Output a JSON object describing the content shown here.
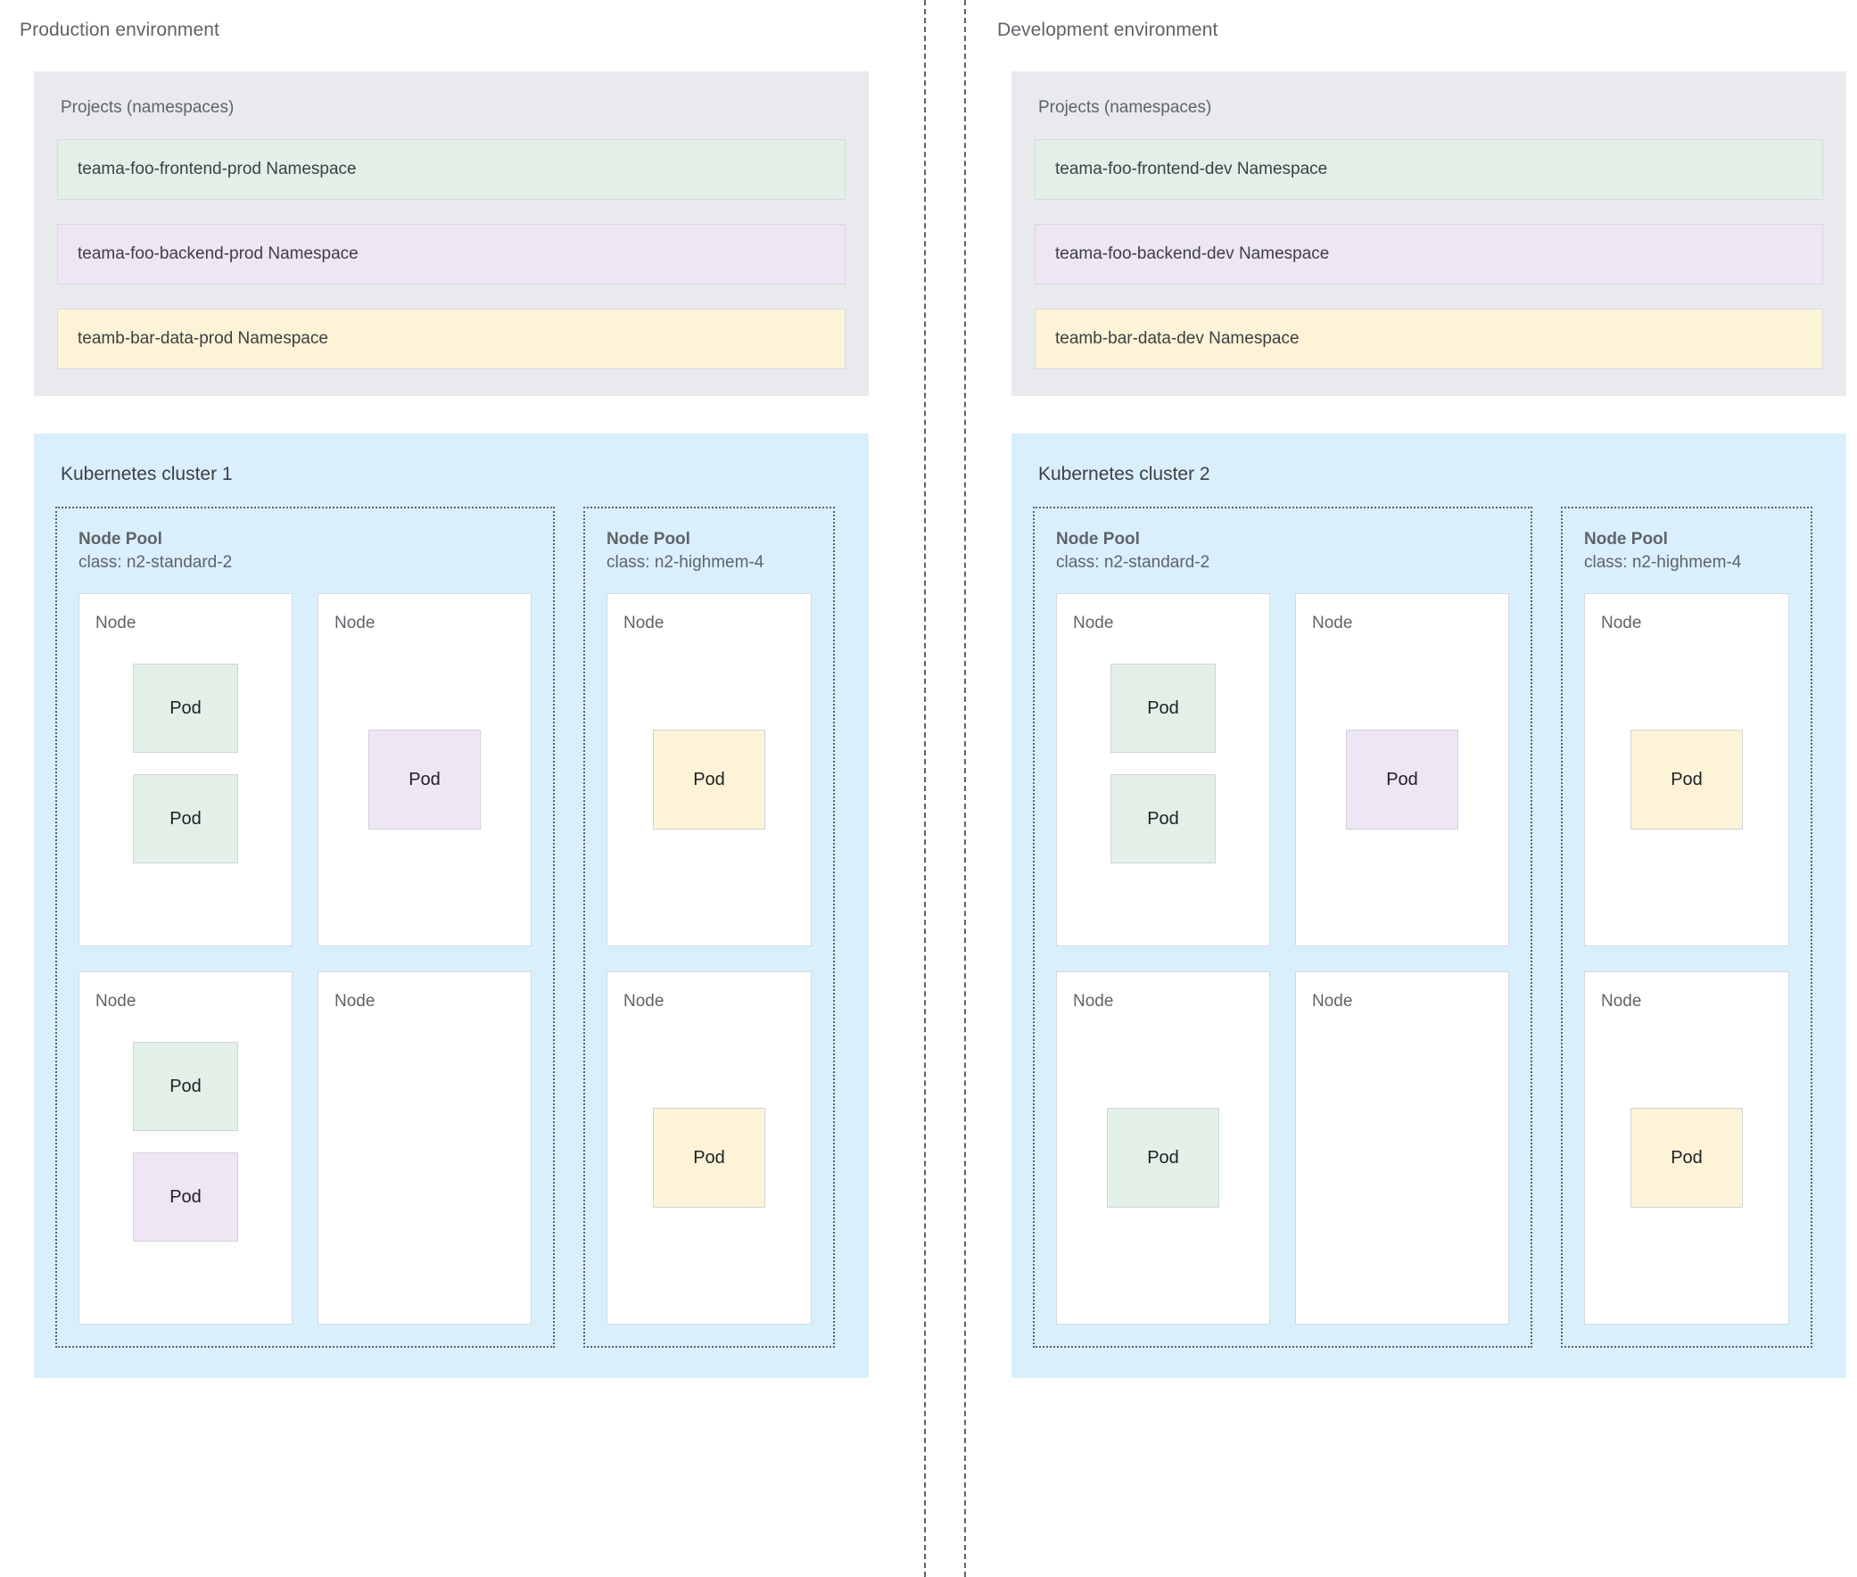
{
  "divider": {
    "style": "vertical-dashed",
    "count": 2
  },
  "environments": [
    {
      "title": "Production environment",
      "projects": {
        "title": "Projects (namespaces)",
        "namespaces": [
          {
            "label": "teama-foo-frontend-prod Namespace",
            "color": "#e3f0e8"
          },
          {
            "label": "teama-foo-backend-prod Namespace",
            "color": "#eee5f5"
          },
          {
            "label": "teamb-bar-data-prod Namespace",
            "color": "#fdf3d7"
          }
        ]
      },
      "cluster": {
        "title": "Kubernetes cluster 1",
        "pools": [
          {
            "name": "Node Pool",
            "class": "class: n2-standard-2",
            "columns": 2,
            "nodes": [
              {
                "label": "Node",
                "align": "top",
                "pods": [
                  {
                    "label": "Pod",
                    "color": "#e3f0e8"
                  },
                  {
                    "label": "Pod",
                    "color": "#e3f0e8"
                  }
                ]
              },
              {
                "label": "Node",
                "align": "center",
                "pods": [
                  {
                    "label": "Pod",
                    "color": "#eee5f5"
                  }
                ]
              },
              {
                "label": "Node",
                "align": "top",
                "pods": [
                  {
                    "label": "Pod",
                    "color": "#e3f0e8"
                  },
                  {
                    "label": "Pod",
                    "color": "#eee5f5"
                  }
                ]
              },
              {
                "label": "Node",
                "align": "top",
                "pods": []
              }
            ]
          },
          {
            "name": "Node Pool",
            "class": "class: n2-highmem-4",
            "columns": 1,
            "nodes": [
              {
                "label": "Node",
                "align": "center",
                "pods": [
                  {
                    "label": "Pod",
                    "color": "#fdf3d7"
                  }
                ]
              },
              {
                "label": "Node",
                "align": "center",
                "pods": [
                  {
                    "label": "Pod",
                    "color": "#fdf3d7"
                  }
                ]
              }
            ]
          }
        ]
      }
    },
    {
      "title": "Development environment",
      "projects": {
        "title": "Projects (namespaces)",
        "namespaces": [
          {
            "label": "teama-foo-frontend-dev Namespace",
            "color": "#e3f0e8"
          },
          {
            "label": "teama-foo-backend-dev Namespace",
            "color": "#eee5f5"
          },
          {
            "label": "teamb-bar-data-dev Namespace",
            "color": "#fdf3d7"
          }
        ]
      },
      "cluster": {
        "title": "Kubernetes cluster 2",
        "pools": [
          {
            "name": "Node Pool",
            "class": "class: n2-standard-2",
            "columns": 2,
            "nodes": [
              {
                "label": "Node",
                "align": "top",
                "pods": [
                  {
                    "label": "Pod",
                    "color": "#e3f0e8"
                  },
                  {
                    "label": "Pod",
                    "color": "#e3f0e8"
                  }
                ]
              },
              {
                "label": "Node",
                "align": "center",
                "pods": [
                  {
                    "label": "Pod",
                    "color": "#eee5f5"
                  }
                ]
              },
              {
                "label": "Node",
                "align": "center",
                "pods": [
                  {
                    "label": "Pod",
                    "color": "#e3f0e8"
                  }
                ]
              },
              {
                "label": "Node",
                "align": "top",
                "pods": []
              }
            ]
          },
          {
            "name": "Node Pool",
            "class": "class: n2-highmem-4",
            "columns": 1,
            "nodes": [
              {
                "label": "Node",
                "align": "center",
                "pods": [
                  {
                    "label": "Pod",
                    "color": "#fdf3d7"
                  }
                ]
              },
              {
                "label": "Node",
                "align": "center",
                "pods": [
                  {
                    "label": "Pod",
                    "color": "#fdf3d7"
                  }
                ]
              }
            ]
          }
        ]
      }
    }
  ],
  "palette": {
    "green": "#e3f0e8",
    "purple": "#eee5f5",
    "yellow": "#fdf3d7",
    "cluster_bg": "#d9effc",
    "projects_bg": "#e8eaed",
    "text": "#5f6368"
  }
}
